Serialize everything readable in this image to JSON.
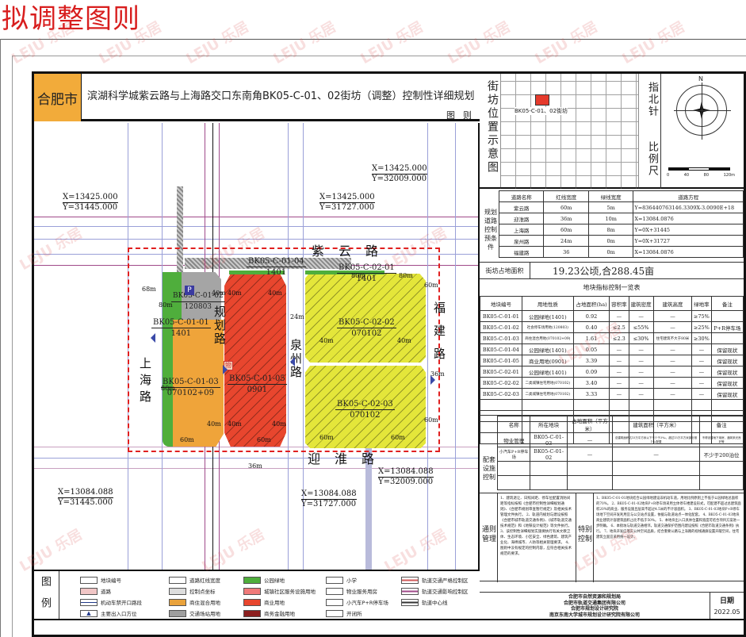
{
  "banner": {
    "title": "拟调整图则"
  },
  "header": {
    "city": "合肥市",
    "title": "滨湖科学城紫云路与上海路交口东南角BK05-C-01、02街坊（调整）控制性详细规划",
    "subtitle": "图则"
  },
  "location_map": {
    "side_label": "街坊位置示意图",
    "block_label": "BK05-C-01、02街坊",
    "highlight_color": "#e53a2c"
  },
  "north_arrow": {
    "label": "指北针",
    "north": "N"
  },
  "scale_bar": {
    "label": "比例尺",
    "ticks": [
      "0",
      "40",
      "80",
      "120m"
    ]
  },
  "road_conditions": {
    "side_label": "规划道路控制预条件",
    "headers": [
      "道路名称",
      "红线宽度",
      "绿线宽度",
      "道路方程"
    ],
    "rows": [
      [
        "紫云路",
        "60m",
        "5m",
        "Y=836440763146.3309X-3.0090E+18"
      ],
      [
        "迎淮路",
        "36m",
        "10m",
        "X=13084.0876"
      ],
      [
        "上海路",
        "60m",
        "8m",
        "Y=0X+31445"
      ],
      [
        "泉州路",
        "24m",
        "0m",
        "Y=0X+31727"
      ],
      [
        "福建路",
        "36",
        "0m",
        "X=13084.0876"
      ]
    ]
  },
  "block_area": {
    "label": "街坊占地面积",
    "value": "19.23公顷,合288.45亩"
  },
  "indicator_table": {
    "title": "地块指标控制一览表",
    "headers": [
      "地块编号",
      "用地性质",
      "占地面积(ha)",
      "容积率",
      "建筑密度",
      "建筑高度",
      "绿地率",
      "备注"
    ],
    "rows": [
      [
        "BK05-C-01-01",
        "公园绿地(1401)",
        "0.92",
        "—",
        "—",
        "—",
        "≥75%",
        ""
      ],
      [
        "BK05-C-01-02",
        "社会停车场用地(120803)",
        "0.40",
        "≤2.5",
        "≤55%",
        "—",
        "≥25%",
        "P+R停车场"
      ],
      [
        "BK05-C-01-03",
        "商住混合用地(070102+09)",
        "1.61",
        "≤2.3",
        "≤30%",
        "住宅建筑不大于80米",
        "≥30%",
        ""
      ],
      [
        "BK05-C-01-04",
        "公园绿地(1401)",
        "0.05",
        "—",
        "—",
        "—",
        "—",
        "保留现状"
      ],
      [
        "BK05-C-01-05",
        "商业用地(0901)",
        "3.39",
        "—",
        "—",
        "—",
        "—",
        "保留现状"
      ],
      [
        "BK05-C-02-01",
        "公园绿地(1401)",
        "0.09",
        "—",
        "—",
        "—",
        "—",
        "保留现状"
      ],
      [
        "BK05-C-02-02",
        "二类城镇住宅用地(070102)",
        "3.40",
        "—",
        "—",
        "—",
        "—",
        "保留现状"
      ],
      [
        "BK05-C-02-03",
        "二类城镇住宅用地(070102)",
        "3.33",
        "—",
        "—",
        "—",
        "—",
        "保留现状"
      ]
    ]
  },
  "facilities": {
    "side_label": "配套设施控制",
    "headers": [
      "名称",
      "所在地块",
      "占地面积（平方米）",
      "建筑面积（平方米）",
      "备注"
    ],
    "rows": [
      [
        "物业管理",
        "BK05-C-01-03",
        "—",
        "总建筑面积达15万平方米以下不少于3‰，超过15万平方米部分按1‰配置",
        "不得设置地下用房，通风采光良好等"
      ],
      [
        "小汽车P+R停车场",
        "BK05-C-01-02",
        "—",
        "—",
        "不少于200泊位"
      ]
    ]
  },
  "general_mgmt": {
    "label": "通则管理",
    "text": "1、建筑退让、日照间距、停车位配置消防间距等指标按照《合肥市控制性详细规划通则》、《合肥市规划审查暂行规定》及相关技术管理文件执行。 2、轨道内规划与建设按照《合肥市城市轨道交通条例》、《城市轨道交通技术规范》和《地铁设计规范》等文件执行。 3、该控制性详细规划实施要执行有关文教卫体、生态环境、小区安全、绿色建筑、建筑产业化、海绵城市、人防等相关管理要求。 4、图则中没有规定的控制内容，应符合相关技术规范的要求。"
  },
  "special_ctrl": {
    "label": "特别控制",
    "text": "1、BK05-C-01-01地块结合公园绿地建设非机动车道，用地比例原则上不低于公园绿地总面积的70%。 2、BK05-C-01-02地块P+R停车场采用立体停车楼建设形式，可配建不超过总建筑面积20%的商业、服务设施且层高不超过4.5米的不计容面积。 3、BK05-C-01-03地块P+R停车场地下空间开发利用宜与公交站点设置，依据与轨道站点一体化配套。 4、BK05-C-01-03地块商业建筑计容建筑面积占比不低于50%。 5、本地块出入口具体位置和宽度可结合项目方案进一步明确。 6、本街坊与轨道交通相邻，轨道交通保护范围内建设按照《合肥市轨道交通条例》执行。 7、地块开发应落实公共空间品质，结合重要公路与上海路的视线通廊设置开敞空间，住宅建筑立面宜采用统一设计。"
  },
  "footer": {
    "orgs": [
      "合肥市自然资源和规划局",
      "合肥市轨道交通集团有限公司",
      "合肥市规划设计研究院",
      "南京东南大学城市规划设计研究院有限公司"
    ],
    "date_label": "日期",
    "date": "2022.05"
  },
  "legend": {
    "title": "图例",
    "items": [
      {
        "label": "地块编号",
        "color": "#ffffff"
      },
      {
        "label": "道路",
        "color": "#f1c6c6"
      },
      {
        "label": "机动车禁开口路段",
        "color": "#ffffff"
      },
      {
        "label": "主要出入口方位",
        "color": "#ffffff"
      },
      {
        "label": "道路红线宽度",
        "color": "#ffffff"
      },
      {
        "label": "控制点坐标",
        "color": "#ffffff"
      },
      {
        "label": "商住混合用地",
        "color": "#e9a23b"
      },
      {
        "label": "交通场站用地",
        "color": "#9e9e9e"
      },
      {
        "label": "公园绿地",
        "color": "#4fae3c"
      },
      {
        "label": "城镇社区服务设施用地",
        "color": "#f07a7a"
      },
      {
        "label": "商业用地",
        "color": "#e8462e"
      },
      {
        "label": "商务金融用地",
        "color": "#8c1f1f"
      },
      {
        "label": "小学",
        "color": "#ffffff"
      },
      {
        "label": "物业服务用房",
        "color": "#ffffff"
      },
      {
        "label": "小汽车P+R停车场",
        "color": "#ffffff"
      },
      {
        "label": "开闭所",
        "color": "#ffffff"
      },
      {
        "label": "轨道交通严格控制区",
        "color": "#ffffff"
      },
      {
        "label": "轨道交通影响控制区",
        "color": "#ffffff"
      },
      {
        "label": "轨道中心线",
        "color": "#ffffff"
      }
    ]
  },
  "map": {
    "roads": {
      "north": "紫云路",
      "south": "迎淮路",
      "west": "上海路",
      "east": "福建路",
      "middle": "泉州路",
      "planned": "规划路"
    },
    "coords": [
      {
        "x": "X=13425.000",
        "y": "Y=31445.000"
      },
      {
        "x": "X=13425.000",
        "y": "Y=31727.000"
      },
      {
        "x": "X=13425.000",
        "y": "Y=32009.000"
      },
      {
        "x": "X=13084.088",
        "y": "Y=31445.000"
      },
      {
        "x": "X=13084.088",
        "y": "Y=31727.000"
      },
      {
        "x": "X=13084.088",
        "y": "Y=32009.000"
      }
    ],
    "plots": [
      {
        "code": "BK05-C-01-01",
        "use": "1401",
        "color": "#4fae3c"
      },
      {
        "code": "BK05-C-01-02",
        "use": "120803",
        "color": "#a5a5a5"
      },
      {
        "code": "BK05-C-01-03",
        "use": "070102+09",
        "color": "#efa43a"
      },
      {
        "code": "BK05-C-01-04",
        "use": "1401",
        "color": "#4fae3c"
      },
      {
        "code": "BK05-C-01-05",
        "use": "0901",
        "color": "#e8462e"
      },
      {
        "code": "BK05-C-02-01",
        "use": "1401",
        "color": "#4fae3c"
      },
      {
        "code": "BK05-C-02-02",
        "use": "070102",
        "color": "#e4e63a"
      },
      {
        "code": "BK05-C-02-03",
        "use": "070102",
        "color": "#e4e63a"
      }
    ],
    "dims": {
      "d60": "60m",
      "d80": "80m",
      "d40": "40m",
      "d24": "24m",
      "d36": "36m",
      "d68": "68m"
    },
    "icons": {
      "parking": "P",
      "property": "物"
    }
  }
}
